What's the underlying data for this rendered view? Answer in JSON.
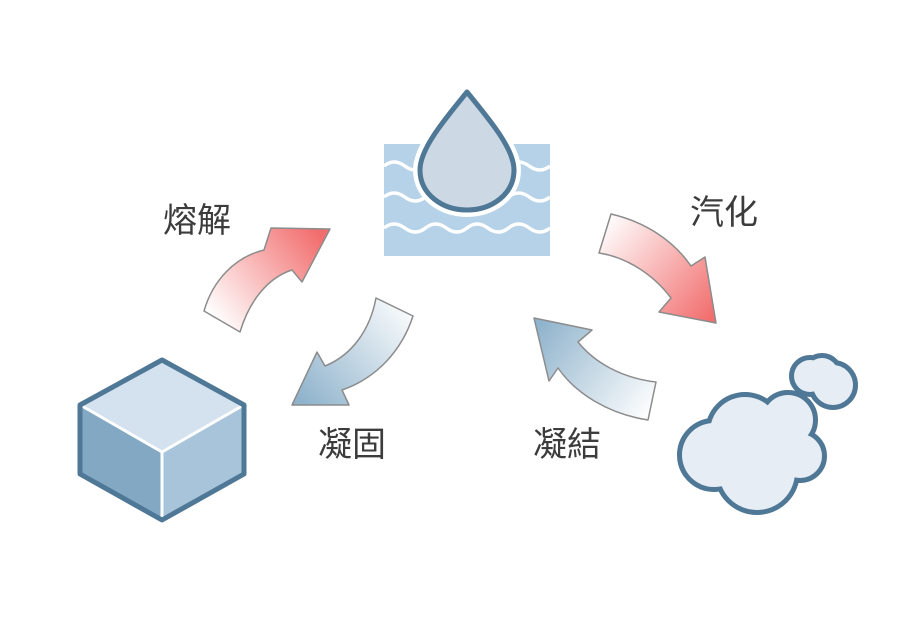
{
  "labels": {
    "melting": "熔解",
    "vaporization": "汽化",
    "freezing": "凝固",
    "condensation": "凝結"
  },
  "icons": {
    "solid": "ice-cube-icon",
    "liquid": "water-drop-icon",
    "gas": "cloud-icon"
  },
  "colors": {
    "outline": "#4f7796",
    "heating_arrow": "#f26d6d",
    "cooling_arrow": "#8fb3cc",
    "water": "#b6d2e8",
    "cloud_fill": "#e6edf5",
    "text": "#3c3c3c"
  }
}
